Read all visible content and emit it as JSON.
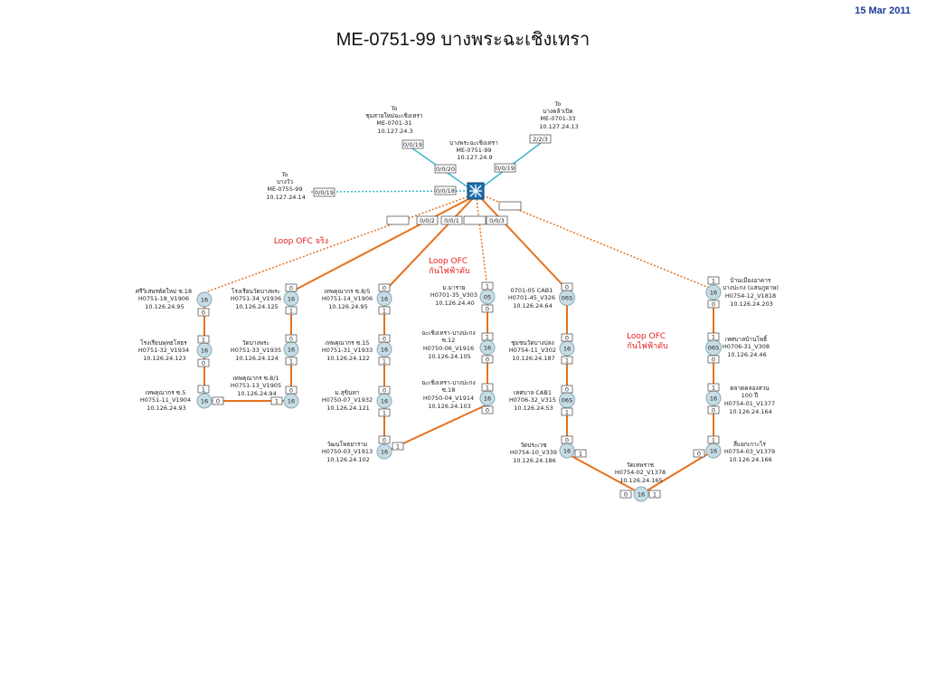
{
  "header": {
    "date": "15 Mar 2011",
    "title": "ME-0751-99 บางพระฉะเชิงเทรา"
  },
  "hub": {
    "lines": [
      "บางพระฉะเชิงเทรา",
      "ME-0751-99",
      "10.127.24.9"
    ]
  },
  "uplinks": [
    {
      "id": "up-chachoengsao",
      "lines": [
        "To",
        "ชุมสายใหม่ฉะเชิงเทรา",
        "ME-0701-31",
        "10.127.24.3"
      ],
      "port_far": "0/0/19",
      "port_near": "0/0/20"
    },
    {
      "id": "up-bangkhla",
      "lines": [
        "To",
        "บางคล้าเปิด",
        "ME-0701-33",
        "10.127.24.13"
      ],
      "port_far": "2/2/3",
      "port_near": "0/0/19"
    },
    {
      "id": "up-bangwua",
      "lines": [
        "To",
        "บางวัว",
        "ME-0755-99",
        "10.127.24.14"
      ],
      "port_far": "0/0/19",
      "port_near": "0/0/18"
    }
  ],
  "hub_ports": [
    "0/0/2",
    "0/0/1",
    "0/0/3"
  ],
  "annotations": [
    "Loop OFC จริง",
    "Loop OFC",
    "กันไฟฟ้าดับ",
    "Loop OFC",
    "กันไฟฟ้าดับ"
  ],
  "nodes": [
    {
      "id": "n-sriwisut",
      "type": "16",
      "lines": [
        "ศรีวิเสษรต์ดใหม่ ซ.18",
        "H0751-18_V1906",
        "10.126.24.95"
      ],
      "ports": [
        "0"
      ]
    },
    {
      "id": "n-rongrian-phutthosot",
      "type": "16",
      "lines": [
        "โรงเรียนพุทธโสธร",
        "H0751-32_V1934",
        "10.126.24.123"
      ],
      "ports": [
        "1",
        "0"
      ]
    },
    {
      "id": "n-thetkhunakon-5",
      "type": "16",
      "lines": [
        "เทพคุณากร ซ.5",
        "H0751-11_V1904",
        "10.126.24.93"
      ],
      "ports": [
        "1",
        "0"
      ]
    },
    {
      "id": "n-rongrian-watbangphra",
      "type": "16",
      "lines": [
        "โรงเรียนวัดบางพระ",
        "H0751-34_V1936",
        "10.126.24.125"
      ],
      "ports": [
        "0",
        "1"
      ]
    },
    {
      "id": "n-watbangphra",
      "type": "16",
      "lines": [
        "วัดบางพระ",
        "H0751-33_V1935",
        "10.126.24.124"
      ],
      "ports": [
        "0",
        "1"
      ]
    },
    {
      "id": "n-thetkhunakon-8-1",
      "type": "16",
      "lines": [
        "เทพคุณากร ซ.8/1",
        "H0751-13_V1905",
        "10.126.24.94"
      ],
      "ports": [
        "0",
        "1"
      ]
    },
    {
      "id": "n-thetkhunakon-8-5",
      "type": "16",
      "lines": [
        "เทพคุณากร ซ.8/5",
        "H0751-14_V1906",
        "10.126.24.95"
      ],
      "ports": [
        "0",
        "1"
      ]
    },
    {
      "id": "n-thetkhunakon-15",
      "type": "16",
      "lines": [
        "เทพคุณากร ซ.15",
        "H0751-31_V1933",
        "10.126.24.122"
      ],
      "ports": [
        "0",
        "1"
      ]
    },
    {
      "id": "n-mor-sukhinta",
      "type": "16",
      "lines": [
        "ม.สุขินทา",
        "H0750-07_V1932",
        "10.126.24.121"
      ],
      "ports": [
        "0",
        "1"
      ]
    },
    {
      "id": "n-wattana-phitthayaram",
      "type": "16",
      "lines": [
        "วัฒนโพธยาราม",
        "H0750-03_V1913",
        "10.126.24.102"
      ],
      "ports": [
        "0",
        "1"
      ]
    },
    {
      "id": "n-mor-marai",
      "type": "05",
      "lines": [
        "ม.มาราย",
        "H0701-35_V303",
        "10.126.24.40"
      ],
      "ports": [
        "1",
        "0"
      ]
    },
    {
      "id": "n-chachoeng-bangkhla-12",
      "type": "16",
      "lines": [
        "ฉะเชิงเทรา-บางปะกง",
        "ซ.12",
        "H0750-06_V1916",
        "10.126.24.105"
      ],
      "ports": [
        "1",
        "0"
      ]
    },
    {
      "id": "n-chachoeng-bangkhla-18",
      "type": "16",
      "lines": [
        "ฉะเชิงเทรา-บางปะกง",
        "ซ.18",
        "H0750-04_V1914",
        "10.126.24.103"
      ],
      "ports": [
        "1",
        "0"
      ]
    },
    {
      "id": "n-cab1-0701",
      "type": "06S",
      "lines": [
        "0701-05 CAB1",
        "H0701-45_V326",
        "10.126.24.64"
      ],
      "ports": [
        "0"
      ]
    },
    {
      "id": "n-chumchon-watbangpla",
      "type": "16",
      "lines": [
        "ชุมชนวัดบางปลง",
        "H0754-11_V302",
        "10.126.24.187"
      ],
      "ports": [
        "0",
        "1"
      ]
    },
    {
      "id": "n-thetsaban-cab1",
      "type": "06S",
      "lines": [
        "เทศบาล CAB1",
        "H0706-32_V315",
        "10.126.24.53"
      ],
      "ports": [
        "0",
        "1"
      ]
    },
    {
      "id": "n-wat-prachawet",
      "type": "16",
      "lines": [
        "วัดประเวช",
        "H0754-10_V339",
        "10.126.24.186"
      ],
      "ports": [
        "0",
        "1"
      ]
    },
    {
      "id": "n-wat-thetpharat",
      "type": "16",
      "lines": [
        "วัดเทพราช",
        "H0754-02_V1378",
        "10.126.24.165"
      ],
      "ports": [
        "0",
        "1"
      ]
    },
    {
      "id": "n-ban-muang-arthan",
      "type": "16",
      "lines": [
        "บ้านเมืองอาคาร",
        "บางปะกง (แสนภูดาษ)",
        "H0754-12_V1818",
        "10.126.24.203"
      ],
      "ports": [
        "1",
        "0"
      ]
    },
    {
      "id": "n-thetbanbangpho",
      "type": "06S",
      "lines": [
        "เทศบาลบ้านโพธิ์",
        "H0706-31_V308",
        "10.126.24.46"
      ],
      "ports": [
        "1",
        "0"
      ]
    },
    {
      "id": "n-talat-khlong-suan",
      "type": "16",
      "lines": [
        "ตลาดคลองสวน",
        "100 ปี",
        "H0754-01_V1377",
        "10.126.24.164"
      ],
      "ports": [
        "1",
        "0"
      ]
    },
    {
      "id": "n-si-yaek-kao-rai",
      "type": "16",
      "lines": [
        "สี่แยกเกาะไร่",
        "H0754-03_V1379",
        "10.126.24.166"
      ],
      "ports": [
        "1",
        "0"
      ]
    }
  ],
  "colors": {
    "fiber": "#e5721e",
    "uplink": "#3fb8c8",
    "node_fill": "#c7dde6",
    "node_stroke": "#8aa9b5",
    "annotation": "#e8201e",
    "date": "#1f3b9a"
  },
  "icons": {
    "hub": "network-switch-icon"
  }
}
